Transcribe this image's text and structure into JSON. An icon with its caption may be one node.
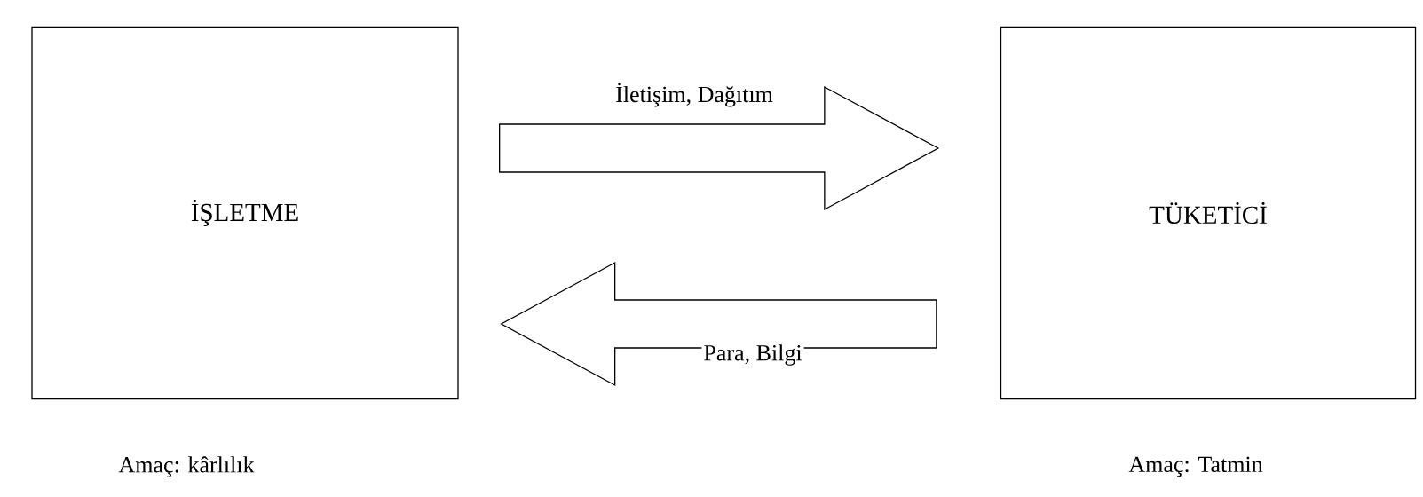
{
  "diagram": {
    "nodes": [
      {
        "text": [
          "İŞLETME"
        ],
        "beside": [
          "Amaç: kârlılık"
        ]
      },
      {
        "text": [
          "TÜKETİCİ"
        ],
        "beside": [
          "Amaç: Tatmin"
        ]
      }
    ],
    "edges": [
      {
        "from": 0,
        "to": 1,
        "arrow": "to",
        "label": "İletişim, Dağıtım"
      },
      {
        "from": 1,
        "to": 0,
        "arrow": "to",
        "label": "Para, Bilgi"
      }
    ]
  }
}
